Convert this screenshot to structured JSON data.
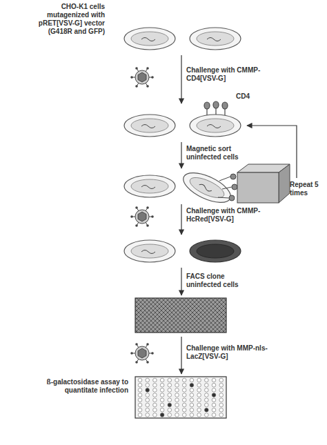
{
  "diagram": {
    "labels": [
      "CHO-K1 cells mutagenized with pRET[VSV-G] vector (G418R and GFP)",
      "Challenge with CMMP-CD4[VSV-G]",
      "CD4",
      "Magnetic sort uninfected cells",
      "Repeat 5 times",
      "Challenge with CMMP-HcRed[VSV-G]",
      "FACS clone uninfected cells",
      "Challenge with MMP-nls-LacZ[VSV-G]",
      "ß-galactosidase assay to quantitate infection"
    ]
  }
}
